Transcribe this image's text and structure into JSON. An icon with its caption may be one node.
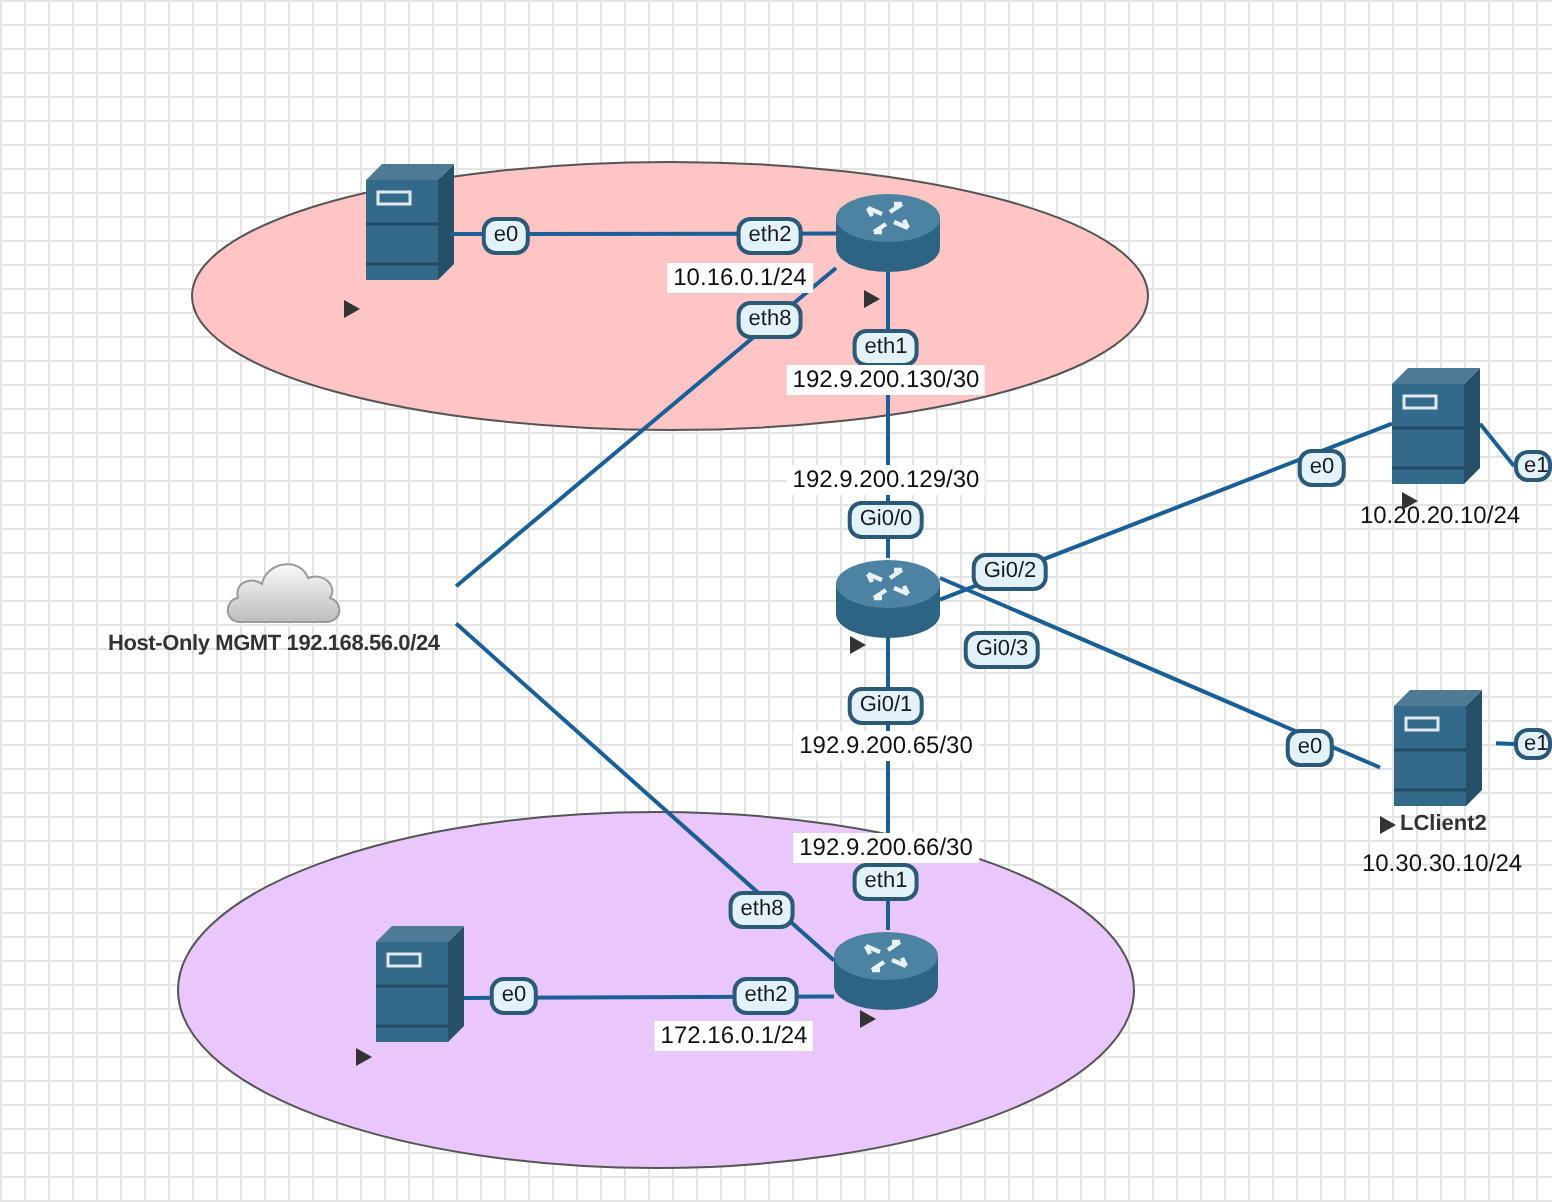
{
  "diagram": {
    "nodes": [
      {
        "text": [],
        "shape": "ellipse"
      },
      {
        "text": [],
        "shape": "ellipse"
      },
      {
        "text": [],
        "shape": "server",
        "in": 0
      },
      {
        "text": [],
        "shape": "router",
        "in": 0
      },
      {
        "text": [],
        "shape": "router"
      },
      {
        "text": [],
        "shape": "server",
        "beside": [
          "10.20.20.10/24"
        ]
      },
      {
        "text": [
          "LClient2"
        ],
        "beside": [
          "10.30.30.10/24"
        ]
      },
      {
        "text": [],
        "shape": "server",
        "in": 1
      },
      {
        "text": [],
        "shape": "router",
        "in": 1
      },
      {
        "text": [
          "Host-Only MGMT 192.168.56.0/24"
        ]
      },
      {
        "text": [
          "e1"
        ]
      },
      {
        "text": [
          "e1"
        ]
      }
    ],
    "edges": [
      {
        "from": 2,
        "to": 3,
        "arrow": "none"
      },
      {
        "from": 9,
        "to": 3,
        "arrow": "none"
      },
      {
        "from": 3,
        "to": 4,
        "arrow": "none"
      },
      {
        "from": 4,
        "to": 5,
        "arrow": "none"
      },
      {
        "from": 4,
        "to": 6,
        "arrow": "none"
      },
      {
        "from": 4,
        "to": 8,
        "arrow": "none"
      },
      {
        "from": 9,
        "to": 8,
        "arrow": "none"
      },
      {
        "from": 7,
        "to": 8,
        "arrow": "none"
      },
      {
        "from": 5,
        "to": 10,
        "arrow": "none"
      },
      {
        "from": 6,
        "to": 11,
        "arrow": "none"
      }
    ],
    "labels": [
      "e0",
      "eth2",
      "10.16.0.1/24",
      "eth8",
      "eth1",
      "192.9.200.130/30",
      "e0",
      "192.9.200.129/30",
      "Gi0/0",
      "Gi0/2",
      "Gi0/3",
      "Gi0/1",
      "e0",
      "192.9.200.65/30",
      "192.9.200.66/30",
      "eth1",
      "eth8",
      "eth2",
      "e0",
      "172.16.0.1/24"
    ]
  }
}
